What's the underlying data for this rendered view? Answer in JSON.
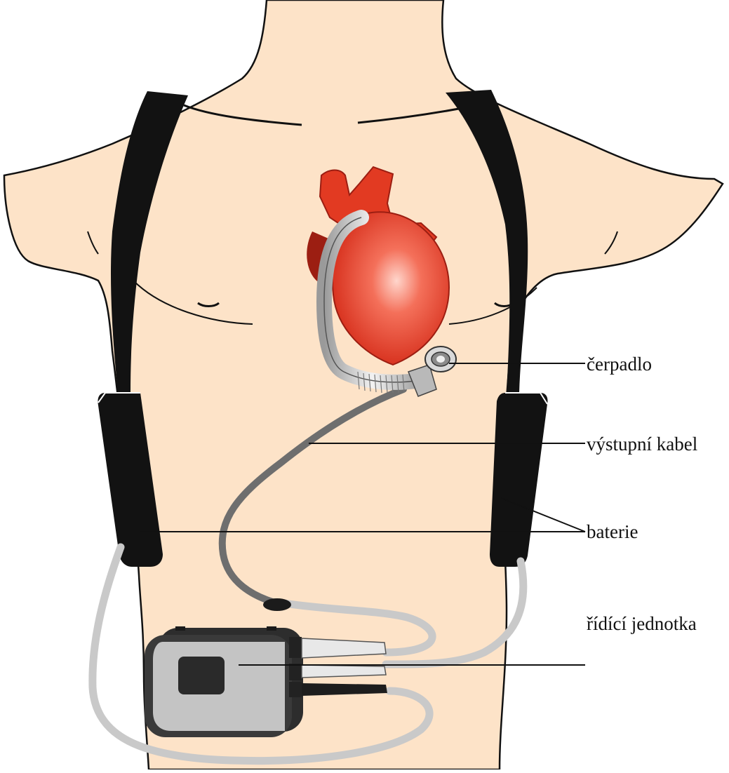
{
  "labels": {
    "pump": "čerpadlo",
    "driveline": "výstupní kabel",
    "batteries": "baterie",
    "controller": "řídící jednotka"
  },
  "colors": {
    "skin": "#fde3c8",
    "outline": "#111111",
    "strap": "#121212",
    "heart": "#e23a22",
    "heart_dark": "#9c1e12",
    "cable_light": "#c9c9c9",
    "cable_dark": "#6e6e6e",
    "controller_body": "#c4c4c4",
    "controller_frame": "#3a3a3a"
  },
  "icons": {
    "heart": "heart-icon",
    "pump": "pump-icon",
    "battery": "battery-icon",
    "controller": "controller-icon"
  }
}
